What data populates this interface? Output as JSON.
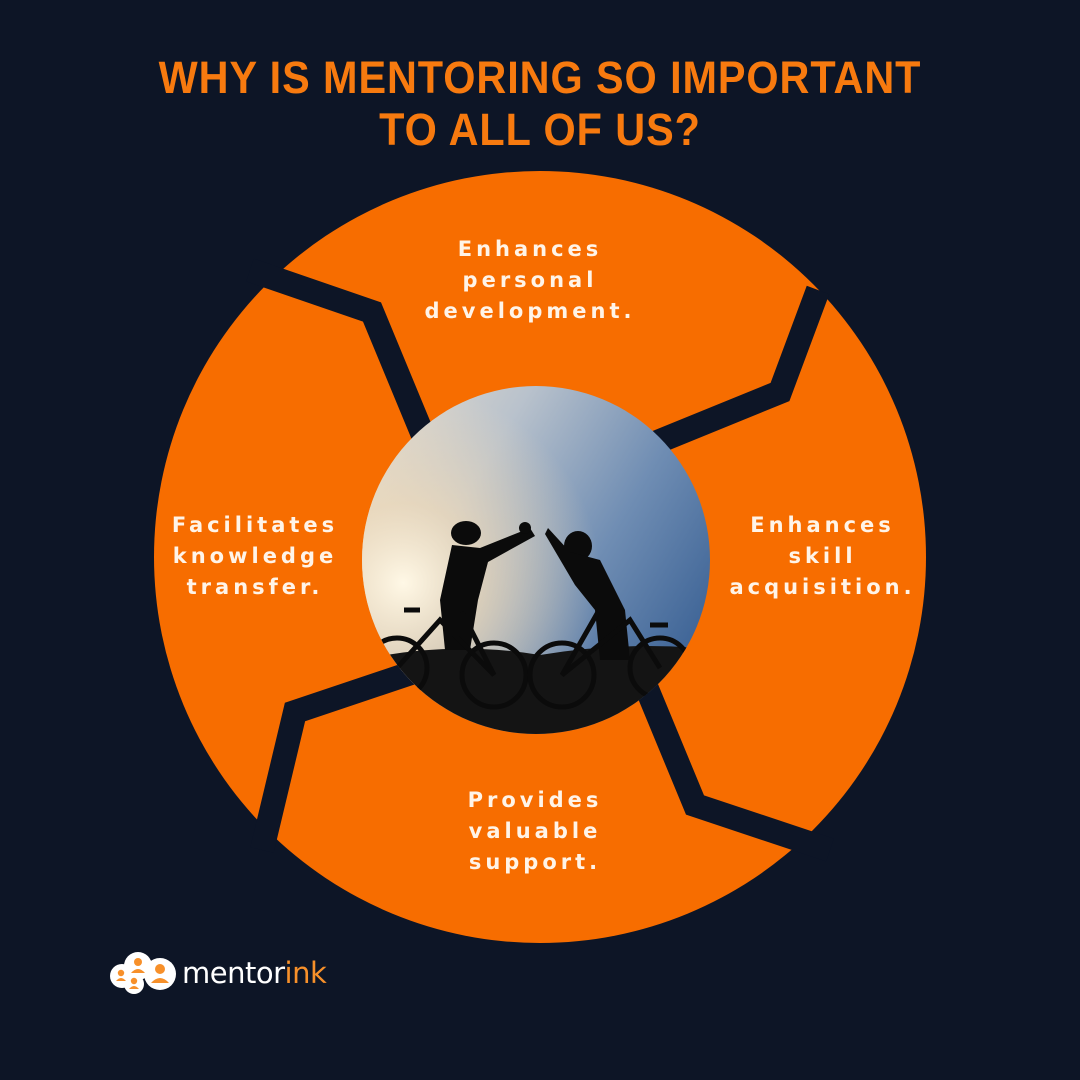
{
  "title": {
    "line1": "WHY IS MENTORING SO IMPORTANT",
    "line2": "TO ALL OF US?"
  },
  "colors": {
    "background": "#0d1526",
    "accent": "#f76d00",
    "title": "#f77a0f",
    "label_text": "#fff4e8",
    "logo_accent": "#f7902a"
  },
  "cycle": {
    "segments": [
      {
        "position": "top",
        "text": "Enhances\npersonal\ndevelopment."
      },
      {
        "position": "right",
        "text": "Enhances\nskill\nacquisition."
      },
      {
        "position": "bottom",
        "text": "Provides\nvaluable\nsupport."
      },
      {
        "position": "left",
        "text": "Facilitates\nknowledge\ntransfer."
      }
    ],
    "center_image": "silhouette of two cyclists giving a high five at sunset"
  },
  "logo": {
    "text_main": "mentor",
    "text_accent": "ink",
    "icon": "cloud-people-icon"
  }
}
